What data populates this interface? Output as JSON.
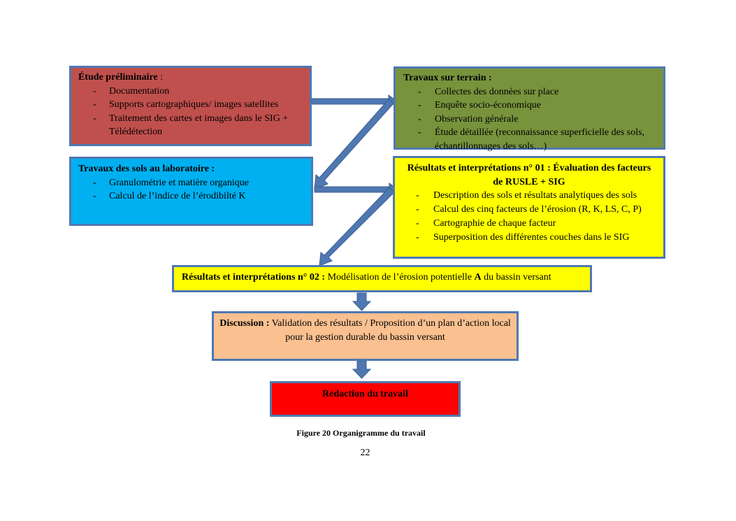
{
  "figure": {
    "caption": "Figure 20 Organigramme du travail",
    "page_number": "22"
  },
  "colors": {
    "arrow": "#4f78b2",
    "etude": "#c0504d",
    "terrain": "#77933c",
    "labo": "#00b0f0",
    "resultats": "#ffff00",
    "discussion": "#fac090",
    "redaction": "#ff0000"
  },
  "boxes": {
    "etude": {
      "title": "Étude préliminaire",
      "title_suffix": " :",
      "items": [
        "Documentation",
        "Supports cartographiques/ images satellites",
        "Traitement des cartes et images dans le SIG + Télédétection"
      ]
    },
    "terrain": {
      "title": "Travaux sur terrain :",
      "items": [
        "Collectes des données sur place",
        "Enquête socio-économique",
        "Observation générale",
        "Étude détaillée (reconnaissance superficielle des sols, échantillonnages des sols…)"
      ]
    },
    "labo": {
      "title": "Travaux des sols au laboratoire :",
      "items": [
        "Granulométrie et matière organique",
        "Calcul de l’indice de l’érodibilté K"
      ]
    },
    "res1": {
      "title": "Résultats et interprétations n° 01 : Évaluation des facteurs de RUSLE + SIG",
      "items": [
        "Description des sols et résultats analytiques des sols",
        "Calcul des cinq facteurs de l’érosion (R, K, LS, C, P)",
        "Cartographie de chaque facteur",
        "Superposition des différentes couches dans le SIG"
      ]
    },
    "res2": {
      "title": "Résultats et interprétations n° 02 :",
      "text_before": " Modélisation de l’érosion potentielle ",
      "text_bold": "A",
      "text_after": " du bassin versant"
    },
    "discussion": {
      "title": "Discussion :",
      "text": " Validation des résultats / Proposition d’un plan d’action local pour la gestion durable du bassin versant"
    },
    "redaction": {
      "title": "Rédaction du travail"
    }
  },
  "list_marker": "-"
}
